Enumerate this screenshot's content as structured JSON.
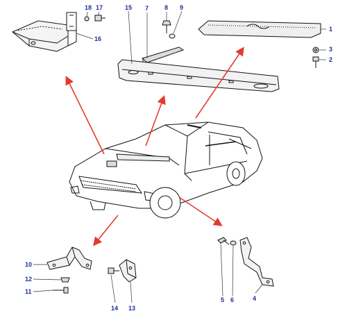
{
  "colors": {
    "callout_number": "#1f2f9a",
    "arrow": "#e23b2e",
    "line_art": "#111111"
  },
  "callouts": {
    "n1": "1",
    "n2": "2",
    "n3": "3",
    "n4": "4",
    "n5": "5",
    "n6": "6",
    "n7": "7",
    "n8": "8",
    "n9": "9",
    "n10": "10",
    "n11": "11",
    "n12": "12",
    "n13": "13",
    "n14": "14",
    "n15": "15",
    "n16": "16",
    "n17": "17",
    "n18": "18"
  }
}
